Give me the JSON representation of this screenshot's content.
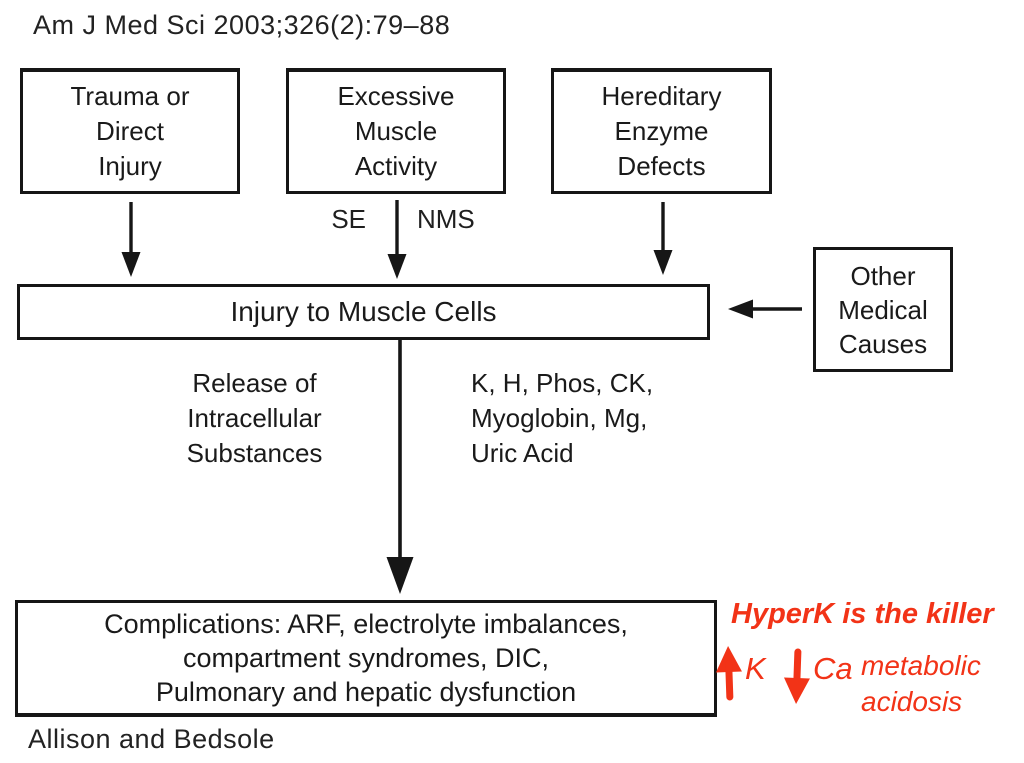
{
  "colors": {
    "ink": "#1a1a1a",
    "accent_red": "#f23317"
  },
  "citation": "Am J Med Sci 2003;326(2):79–88",
  "credit": "Allison and Bedsole",
  "flowchart": {
    "causes": [
      {
        "label": "Trauma or\nDirect\nInjury"
      },
      {
        "label": "Excessive\nMuscle\nActivity"
      },
      {
        "label": "Hereditary\nEnzyme\nDefects"
      }
    ],
    "arrow_labels": {
      "se": "SE",
      "nms": "NMS"
    },
    "injury_box": "Injury to Muscle Cells",
    "other_box": "Other\nMedical\nCauses",
    "release_label": "Release of\nIntracellular\nSubstances",
    "substances_label": "K, H, Phos, CK,\nMyoglobin, Mg,\nUric Acid",
    "complications_box": "Complications: ARF, electrolyte imbalances,\ncompartment syndromes, DIC,\nPulmonary and hepatic dysfunction"
  },
  "annotations": {
    "headline": "HyperK is the killer",
    "potassium": "K",
    "calcium": "Ca",
    "acidosis": "metabolic\nacidosis"
  }
}
